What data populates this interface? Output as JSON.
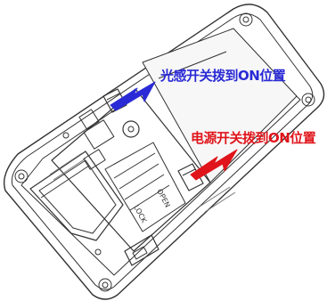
{
  "annotations": {
    "light_sensor": {
      "text": "光感开关拨到ON位置",
      "color": "#2a2ad6"
    },
    "power": {
      "text": "电源开关拨到ON位置",
      "color": "#e0151b"
    }
  },
  "switch_labels": {
    "open": "OPEN",
    "lock": "LOCK"
  }
}
